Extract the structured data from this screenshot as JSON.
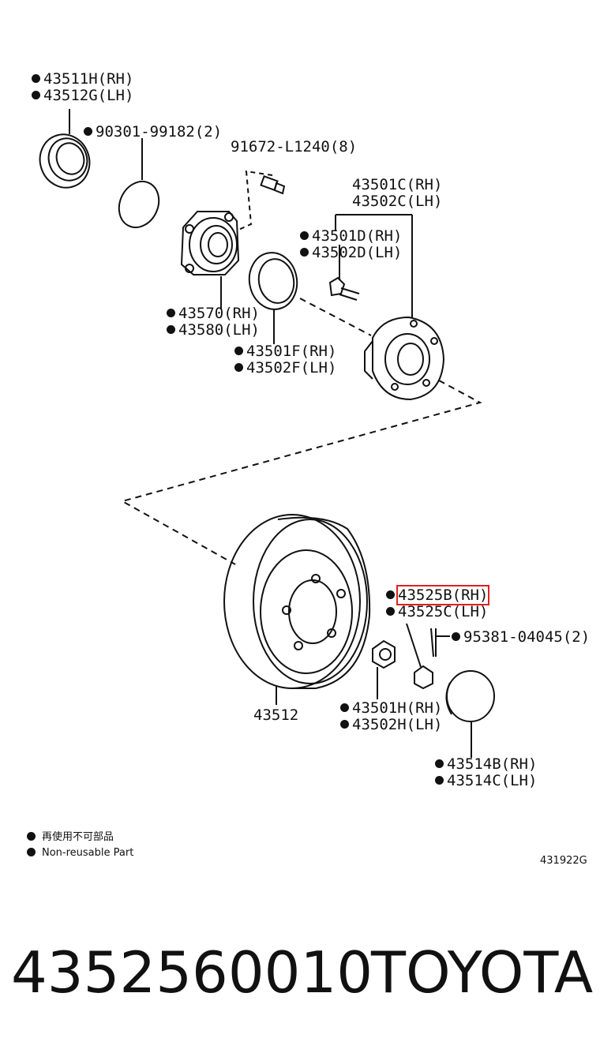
{
  "labels": {
    "l1a": "43511H(RH)",
    "l1b": "43512G(LH)",
    "l2": "90301-99182(2)",
    "l3": "91672-L1240(8)",
    "l4a": "43501C(RH)",
    "l4b": "43502C(LH)",
    "l5a": "43501D(RH)",
    "l5b": "43502D(LH)",
    "l6a": "43570(RH)",
    "l6b": "43580(LH)",
    "l7a": "43501F(RH)",
    "l7b": "43502F(LH)",
    "l8a": "43525B(RH)",
    "l8b": "43525C(LH)",
    "l9": "95381-04045(2)",
    "l10": "43512",
    "l11a": "43501H(RH)",
    "l11b": "43502H(LH)",
    "l12a": "43514B(RH)",
    "l12b": "43514C(LH)"
  },
  "legend": {
    "jp": "再使用不可部品",
    "en": "Non-reusable Part"
  },
  "diagram_code": "431922G",
  "footer": {
    "part_number": "4352560010",
    "brand": "TOYOTA"
  },
  "highlight_color": "#e02020"
}
